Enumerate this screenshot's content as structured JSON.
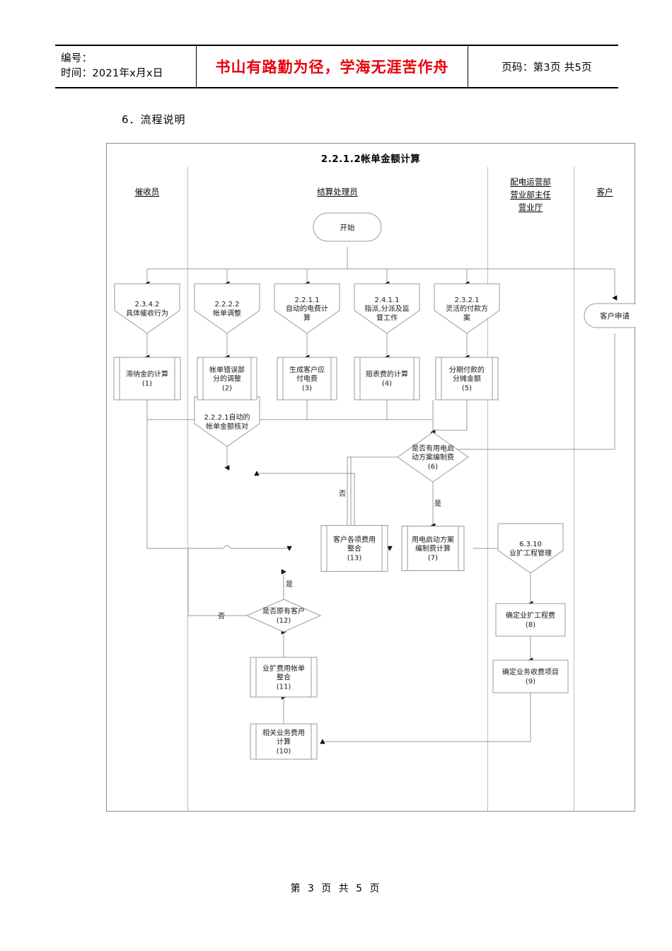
{
  "header": {
    "label_number": "编号：",
    "label_time": "时间：2021年x月x日",
    "slogan": "书山有路勤为径，学海无涯苦作舟",
    "page_label": "页码：第3页 共5页"
  },
  "section": {
    "title": "6．流程说明"
  },
  "chart": {
    "title": "2.2.1.2帐单金额计算",
    "lanes": [
      {
        "id": "lane-collector",
        "label": "催收员"
      },
      {
        "id": "lane-settlement",
        "label": "结算处理员"
      },
      {
        "id": "lane-distribution",
        "label": "配电运营部\n营业部主任\n营业厅"
      },
      {
        "id": "lane-customer",
        "label": "客户"
      }
    ],
    "lane_distribution_lines": [
      "配电运营部",
      "营业部主任",
      "营业厅"
    ],
    "nodes": {
      "start": {
        "shape": "terminator",
        "text": "开始"
      },
      "customer_request": {
        "shape": "terminator",
        "text": "客户申请"
      },
      "ref_2342": {
        "shape": "pentagon",
        "lines": [
          "2.3.4.2",
          "具体催收行为"
        ]
      },
      "ref_2222": {
        "shape": "pentagon",
        "lines": [
          "2.2.2.2",
          "帐单调整"
        ]
      },
      "ref_2211": {
        "shape": "pentagon",
        "lines": [
          "2.2.1.1",
          "自动的电费计",
          "算"
        ]
      },
      "ref_2411": {
        "shape": "pentagon",
        "lines": [
          "2.4.1.1",
          "指派,分派及监",
          "督工作"
        ]
      },
      "ref_2321": {
        "shape": "pentagon",
        "lines": [
          "2.3.2.1",
          "灵活的付款方",
          "案"
        ]
      },
      "ref_22221": {
        "shape": "pentagon",
        "lines": [
          "2.2.2.1自动的",
          "帐单金额核对"
        ]
      },
      "ref_6310": {
        "shape": "pentagon",
        "lines": [
          "6.3.10",
          "业扩工程管理"
        ]
      },
      "p1": {
        "shape": "process",
        "lines": [
          "滞纳金的计算",
          "(1)"
        ]
      },
      "p2": {
        "shape": "process",
        "lines": [
          "帐单错误部",
          "分的调整",
          "(2)"
        ]
      },
      "p3": {
        "shape": "process",
        "lines": [
          "生成客户应",
          "付电费",
          "(3)"
        ]
      },
      "p4": {
        "shape": "process",
        "lines": [
          "赔表费的计算",
          "(4)"
        ]
      },
      "p5": {
        "shape": "process",
        "lines": [
          "分期付款的",
          "分摊金额",
          "(5)"
        ]
      },
      "p7": {
        "shape": "process",
        "lines": [
          "用电启动方案",
          "编制费计算",
          "(7)"
        ]
      },
      "p8": {
        "shape": "rect",
        "lines": [
          "确定业扩工程费",
          "(8)"
        ]
      },
      "p9": {
        "shape": "rect",
        "lines": [
          "确定业务收费项目",
          "(9)"
        ]
      },
      "p10": {
        "shape": "process",
        "lines": [
          "相关业务费用",
          "计算",
          "(10)"
        ]
      },
      "p11": {
        "shape": "process",
        "lines": [
          "业扩费用帐单",
          "整合",
          "(11)"
        ]
      },
      "p13": {
        "shape": "process",
        "lines": [
          "客户各项费用",
          "整合",
          "(13)"
        ]
      },
      "d6": {
        "shape": "decision",
        "lines": [
          "是否有用电启",
          "动方案编制费",
          "(6)"
        ]
      },
      "d12": {
        "shape": "decision",
        "lines": [
          "是否原有客户",
          "(12)"
        ]
      }
    },
    "edge_labels": {
      "d6_yes": "是",
      "d6_no": "否",
      "d12_yes": "是",
      "d12_no": "否"
    }
  },
  "footer": {
    "text": "第 3 页 共 5 页"
  }
}
